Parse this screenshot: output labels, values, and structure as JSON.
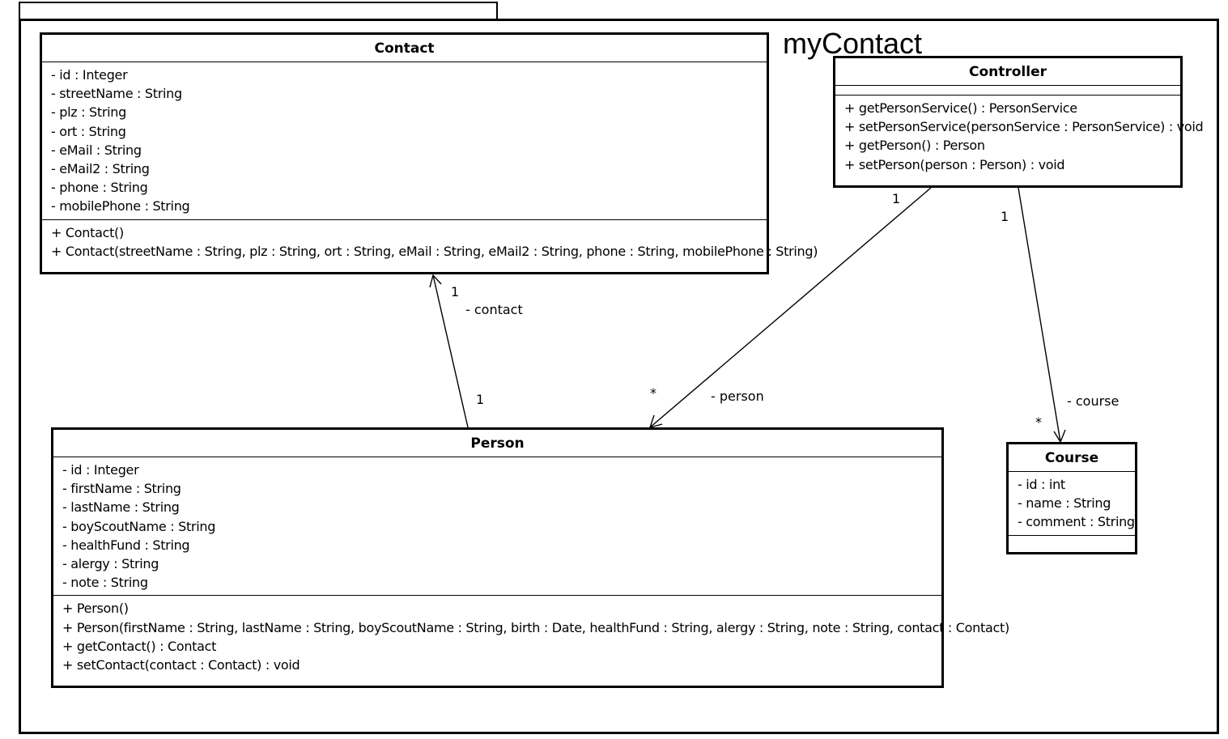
{
  "package": {
    "name": "myContact"
  },
  "classes": {
    "contact": {
      "name": "Contact",
      "attributes": [
        "- id : Integer",
        "- streetName : String",
        "- plz : String",
        "- ort : String",
        "- eMail : String",
        "- eMail2 : String",
        "- phone : String",
        "- mobilePhone : String"
      ],
      "operations": [
        "+ Contact()",
        "+ Contact(streetName : String, plz : String, ort : String, eMail : String, eMail2 : String, phone : String, mobilePhone : String)"
      ]
    },
    "controller": {
      "name": "Controller",
      "attributes": [],
      "operations": [
        "+ getPersonService() : PersonService",
        "+ setPersonService(personService : PersonService) : void",
        "+ getPerson() : Person",
        "+ setPerson(person : Person) : void"
      ]
    },
    "person": {
      "name": "Person",
      "attributes": [
        "- id : Integer",
        "- firstName : String",
        "- lastName : String",
        "- boyScoutName : String",
        "- healthFund : String",
        "- alergy : String",
        "- note : String"
      ],
      "operations": [
        "+ Person()",
        "+ Person(firstName : String, lastName : String, boyScoutName : String, birth : Date, healthFund : String, alergy : String, note : String, contact : Contact)",
        "+ getContact() : Contact",
        "+ setContact(contact : Contact) : void"
      ]
    },
    "course": {
      "name": "Course",
      "attributes": [
        "- id : int",
        "- name : String",
        "- comment : String"
      ],
      "operations": []
    }
  },
  "associations": {
    "person_contact": {
      "role": "- contact",
      "source_mult": "1",
      "target_mult": "1"
    },
    "controller_person": {
      "role": "- person",
      "source_mult": "1",
      "target_mult": "*"
    },
    "controller_course": {
      "role": "- course",
      "source_mult": "1",
      "target_mult": "*"
    }
  }
}
